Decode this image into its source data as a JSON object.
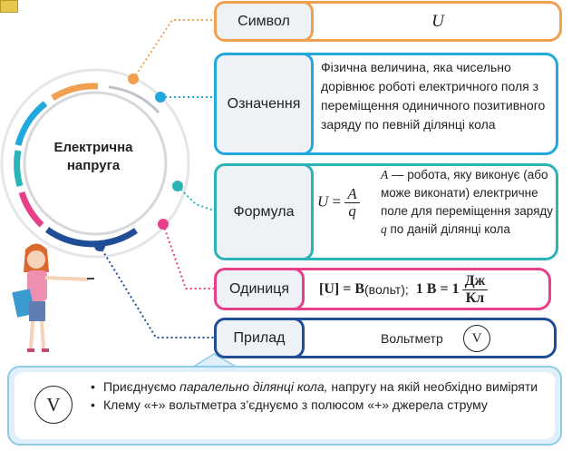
{
  "concept": {
    "title_line1": "Електрична",
    "title_line2": "напруга"
  },
  "rows": {
    "symbol": {
      "label": "Символ",
      "value": "U"
    },
    "meaning": {
      "label": "Означення",
      "text": "Фізична величина, яка чисельно дорівнює роботі електричного поля з переміщення одиничного позитивного заряду по певній ділянці кола"
    },
    "formula": {
      "label": "Формула",
      "lhs": "U",
      "eq": "=",
      "numerator": "A",
      "denominator": "q",
      "desc_var": "A",
      "desc_text_1": " — робота, яку виконує (або може виконати) електричне поле для переміщення заряду ",
      "desc_var2": "q",
      "desc_text_2": " по даній ділянці кола"
    },
    "unit": {
      "label": "Одиниця",
      "lhs": "[U] = В",
      "name": " (вольт);",
      "rhs_prefix": "1 В = 1",
      "numerator": "Дж",
      "denominator": "Кл"
    },
    "device": {
      "label": "Прилад",
      "value": "Вольтметр",
      "symbol": "V"
    }
  },
  "info": {
    "symbol": "V",
    "bullet1_part1": "Приєднуємо ",
    "bullet1_italic": "паралельно ділянці кола,",
    "bullet1_part2": " напругу на якій необхідно виміряти",
    "bullet2": "Клему «+» вольтметра з’єднуємо з полюсом «+» джерела струму"
  },
  "colors": {
    "symbol": "#f0a050",
    "meaning": "#21a8dc",
    "formula": "#2ab4b8",
    "unit": "#e73f8a",
    "device": "#1f4d96"
  }
}
